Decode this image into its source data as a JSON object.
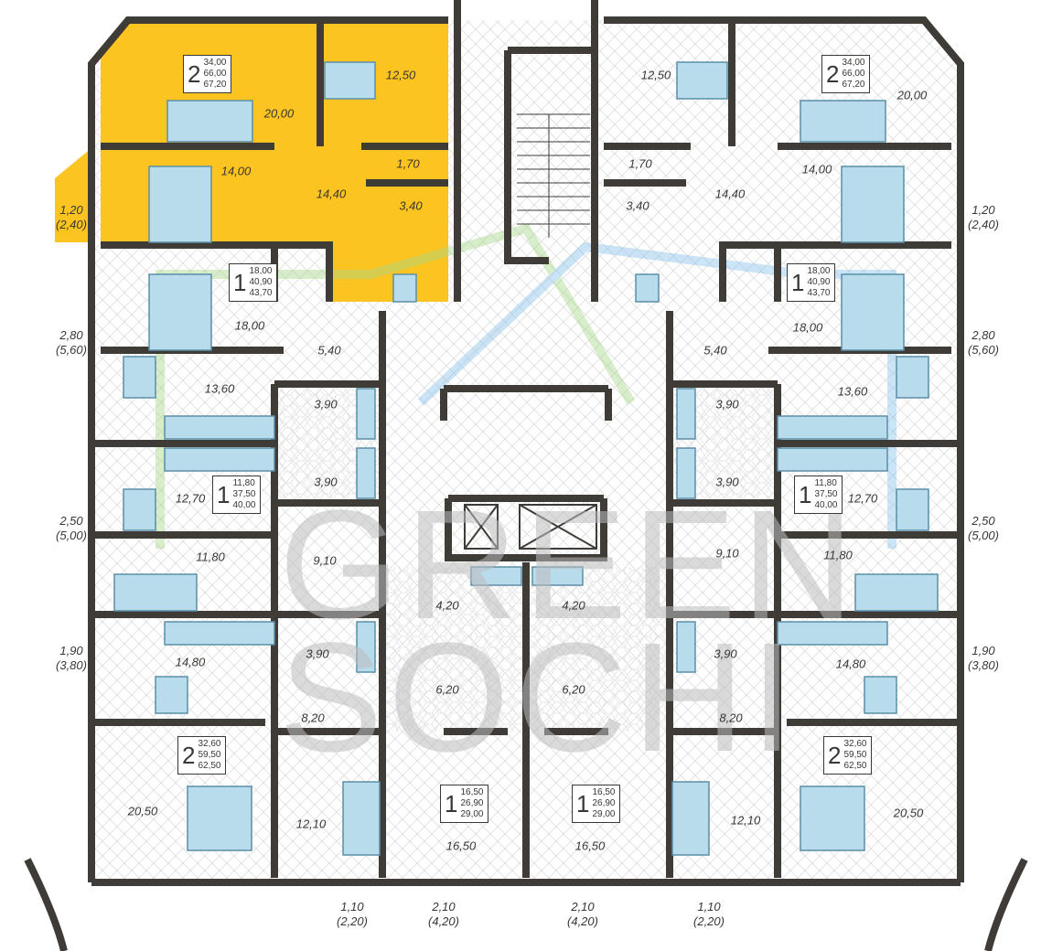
{
  "watermark": {
    "line1": "GREEN",
    "line2": "SOCHI"
  },
  "colors": {
    "highlight": "#fbc421",
    "wall": "#3f3b37",
    "furniture": "#b9dcec",
    "furniture_stroke": "#5b8ea8"
  },
  "apartments": [
    {
      "rooms": "2",
      "living": "34,00",
      "total": "66,00",
      "with_balcony": "67,20",
      "highlighted": true
    },
    {
      "rooms": "1",
      "living": "18,00",
      "total": "40,90",
      "with_balcony": "43,70"
    },
    {
      "rooms": "1",
      "living": "11,80",
      "total": "37,50",
      "with_balcony": "40,00"
    },
    {
      "rooms": "2",
      "living": "32,60",
      "total": "59,50",
      "with_balcony": "62,50"
    },
    {
      "rooms": "1",
      "living": "16,50",
      "total": "26,90",
      "with_balcony": "29,00"
    },
    {
      "rooms": "1",
      "living": "16,50",
      "total": "26,90",
      "with_balcony": "29,00"
    },
    {
      "rooms": "2",
      "living": "34,00",
      "total": "66,00",
      "with_balcony": "67,20"
    },
    {
      "rooms": "1",
      "living": "18,00",
      "total": "40,90",
      "with_balcony": "43,70"
    },
    {
      "rooms": "1",
      "living": "11,80",
      "total": "37,50",
      "with_balcony": "40,00"
    },
    {
      "rooms": "2",
      "living": "32,60",
      "total": "59,50",
      "with_balcony": "62,50"
    }
  ],
  "rooms_left": [
    "12,50",
    "20,00",
    "14,00",
    "14,40",
    "1,70",
    "3,40",
    "18,00",
    "5,40",
    "13,60",
    "3,90",
    "3,90",
    "12,70",
    "11,80",
    "9,10",
    "14,80",
    "3,90",
    "8,20",
    "12,10",
    "20,50"
  ],
  "rooms_center": [
    "4,20",
    "4,20",
    "6,20",
    "6,20",
    "16,50",
    "16,50"
  ],
  "rooms_right": [
    "12,50",
    "20,00",
    "1,70",
    "14,00",
    "14,40",
    "3,40",
    "18,00",
    "5,40",
    "13,60",
    "3,90",
    "3,90",
    "12,70",
    "11,80",
    "9,10",
    "14,80",
    "3,90",
    "8,20",
    "12,10",
    "20,50"
  ],
  "balconies": [
    {
      "area": "1,20",
      "total": "(2,40)"
    },
    {
      "area": "2,80",
      "total": "(5,60)"
    },
    {
      "area": "2,50",
      "total": "(5,00)"
    },
    {
      "area": "1,90",
      "total": "(3,80)"
    },
    {
      "area": "1,10",
      "total": "(2,20)"
    },
    {
      "area": "2,10",
      "total": "(4,20)"
    },
    {
      "area": "2,10",
      "total": "(4,20)"
    },
    {
      "area": "1,10",
      "total": "(2,20)"
    },
    {
      "area": "1,20",
      "total": "(2,40)"
    },
    {
      "area": "2,80",
      "total": "(5,60)"
    },
    {
      "area": "2,50",
      "total": "(5,00)"
    },
    {
      "area": "1,90",
      "total": "(3,80)"
    }
  ]
}
